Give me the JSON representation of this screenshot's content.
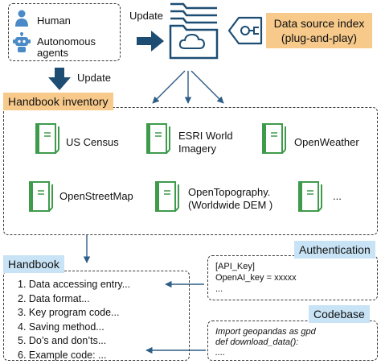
{
  "users": {
    "human": "Human",
    "agents_line1": "Autonomous",
    "agents_line2": "agents"
  },
  "update_top": "Update",
  "update_left": "Update",
  "data_source_index": {
    "line1": "Data source index",
    "line2": "(plug-and-play)"
  },
  "handbook_inventory": {
    "title": "Handbook inventory",
    "items": [
      {
        "line1": "US Census",
        "line2": ""
      },
      {
        "line1": "ESRI World",
        "line2": "Imagery"
      },
      {
        "line1": "OpenWeather",
        "line2": ""
      },
      {
        "line1": "OpenStreetMap",
        "line2": ""
      },
      {
        "line1": "OpenTopography.",
        "line2": "(Worldwide DEM )"
      },
      {
        "line1": "...",
        "line2": ""
      }
    ]
  },
  "handbook": {
    "title": "Handbook",
    "items": [
      "1.   Data accessing entry...",
      "2.   Data format...",
      "3.   Key program code...",
      "4.   Saving method...",
      "5.   Do’s and don’ts...",
      "6.   Example code: ..."
    ]
  },
  "authentication": {
    "title": "Authentication",
    "lines": [
      "[API_Key]",
      "OpenAI_key = xxxxx",
      "..."
    ]
  },
  "codebase": {
    "title": "Codebase",
    "lines": [
      "Import geopandas as gpd",
      "def download_data():",
      "...."
    ]
  },
  "colors": {
    "book_green": "#3f9b4c",
    "arrow_navy": "#1d4d73",
    "orange": "#f7c98a",
    "blue": "#c8e3f5"
  }
}
